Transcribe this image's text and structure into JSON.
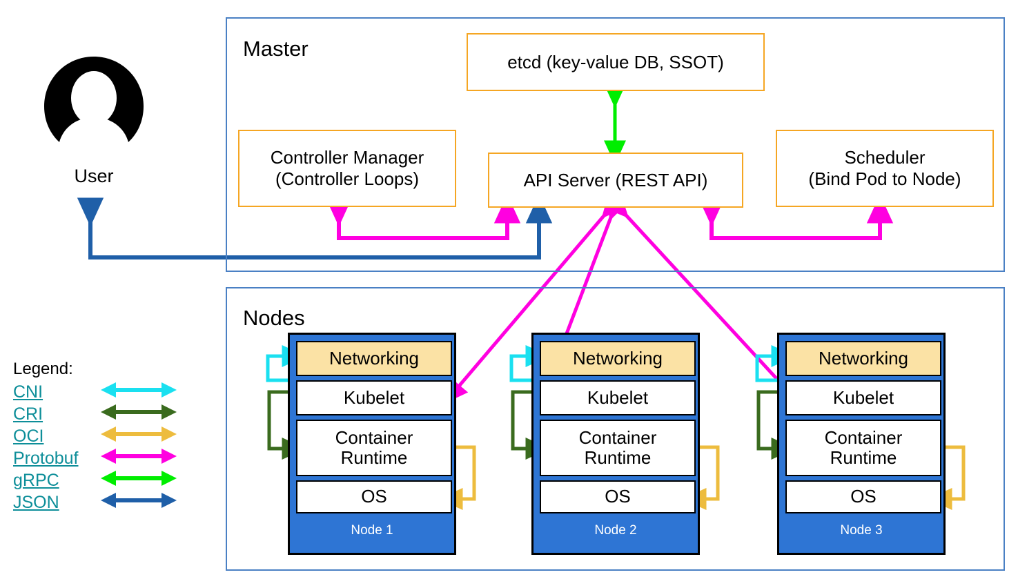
{
  "diagram": {
    "title_master": "Master",
    "title_nodes": "Nodes"
  },
  "user": {
    "icon": "user-avatar-icon",
    "caption": "User"
  },
  "master": {
    "boxes": [
      {
        "key": "etcd",
        "label": "etcd (key-value DB, SSOT)",
        "lines": [
          "etcd (key-value DB, SSOT)"
        ]
      },
      {
        "key": "controller_manager",
        "label": "Controller Manager (Controller Loops)",
        "lines": [
          "Controller Manager",
          "(Controller Loops)"
        ]
      },
      {
        "key": "api_server",
        "label": "API Server (REST API)",
        "lines": [
          "API Server (REST API)"
        ]
      },
      {
        "key": "scheduler",
        "label": "Scheduler (Bind Pod to Node)",
        "lines": [
          "Scheduler",
          "(Bind Pod to Node)"
        ]
      }
    ]
  },
  "nodes": [
    {
      "name": "Node 1",
      "layers": [
        {
          "key": "networking",
          "lines": [
            "Networking"
          ]
        },
        {
          "key": "kubelet",
          "lines": [
            "Kubelet"
          ]
        },
        {
          "key": "container_runtime",
          "lines": [
            "Container",
            "Runtime"
          ]
        },
        {
          "key": "os",
          "lines": [
            "OS"
          ]
        }
      ]
    },
    {
      "name": "Node 2",
      "layers": [
        {
          "key": "networking",
          "lines": [
            "Networking"
          ]
        },
        {
          "key": "kubelet",
          "lines": [
            "Kubelet"
          ]
        },
        {
          "key": "container_runtime",
          "lines": [
            "Container",
            "Runtime"
          ]
        },
        {
          "key": "os",
          "lines": [
            "OS"
          ]
        }
      ]
    },
    {
      "name": "Node 3",
      "layers": [
        {
          "key": "networking",
          "lines": [
            "Networking"
          ]
        },
        {
          "key": "kubelet",
          "lines": [
            "Kubelet"
          ]
        },
        {
          "key": "container_runtime",
          "lines": [
            "Container",
            "Runtime"
          ]
        },
        {
          "key": "os",
          "lines": [
            "OS"
          ]
        }
      ]
    }
  ],
  "legend": {
    "title": "Legend:",
    "items": [
      {
        "label": "CNI",
        "color": "#1ae0f0"
      },
      {
        "label": "CRI",
        "color": "#3a6b1e"
      },
      {
        "label": "OCI",
        "color": "#edbc3e"
      },
      {
        "label": "Protobuf",
        "color": "#ff00e0"
      },
      {
        "label": "gRPC",
        "color": "#00ee00"
      },
      {
        "label": "JSON",
        "color": "#1f5fa8"
      }
    ]
  },
  "colors": {
    "group_border": "#4a80c4",
    "master_box_border": "#f5a623",
    "node_fill": "#2e75d4",
    "networking_fill": "#fbe2a5",
    "legend_link": "#0d8e99"
  }
}
